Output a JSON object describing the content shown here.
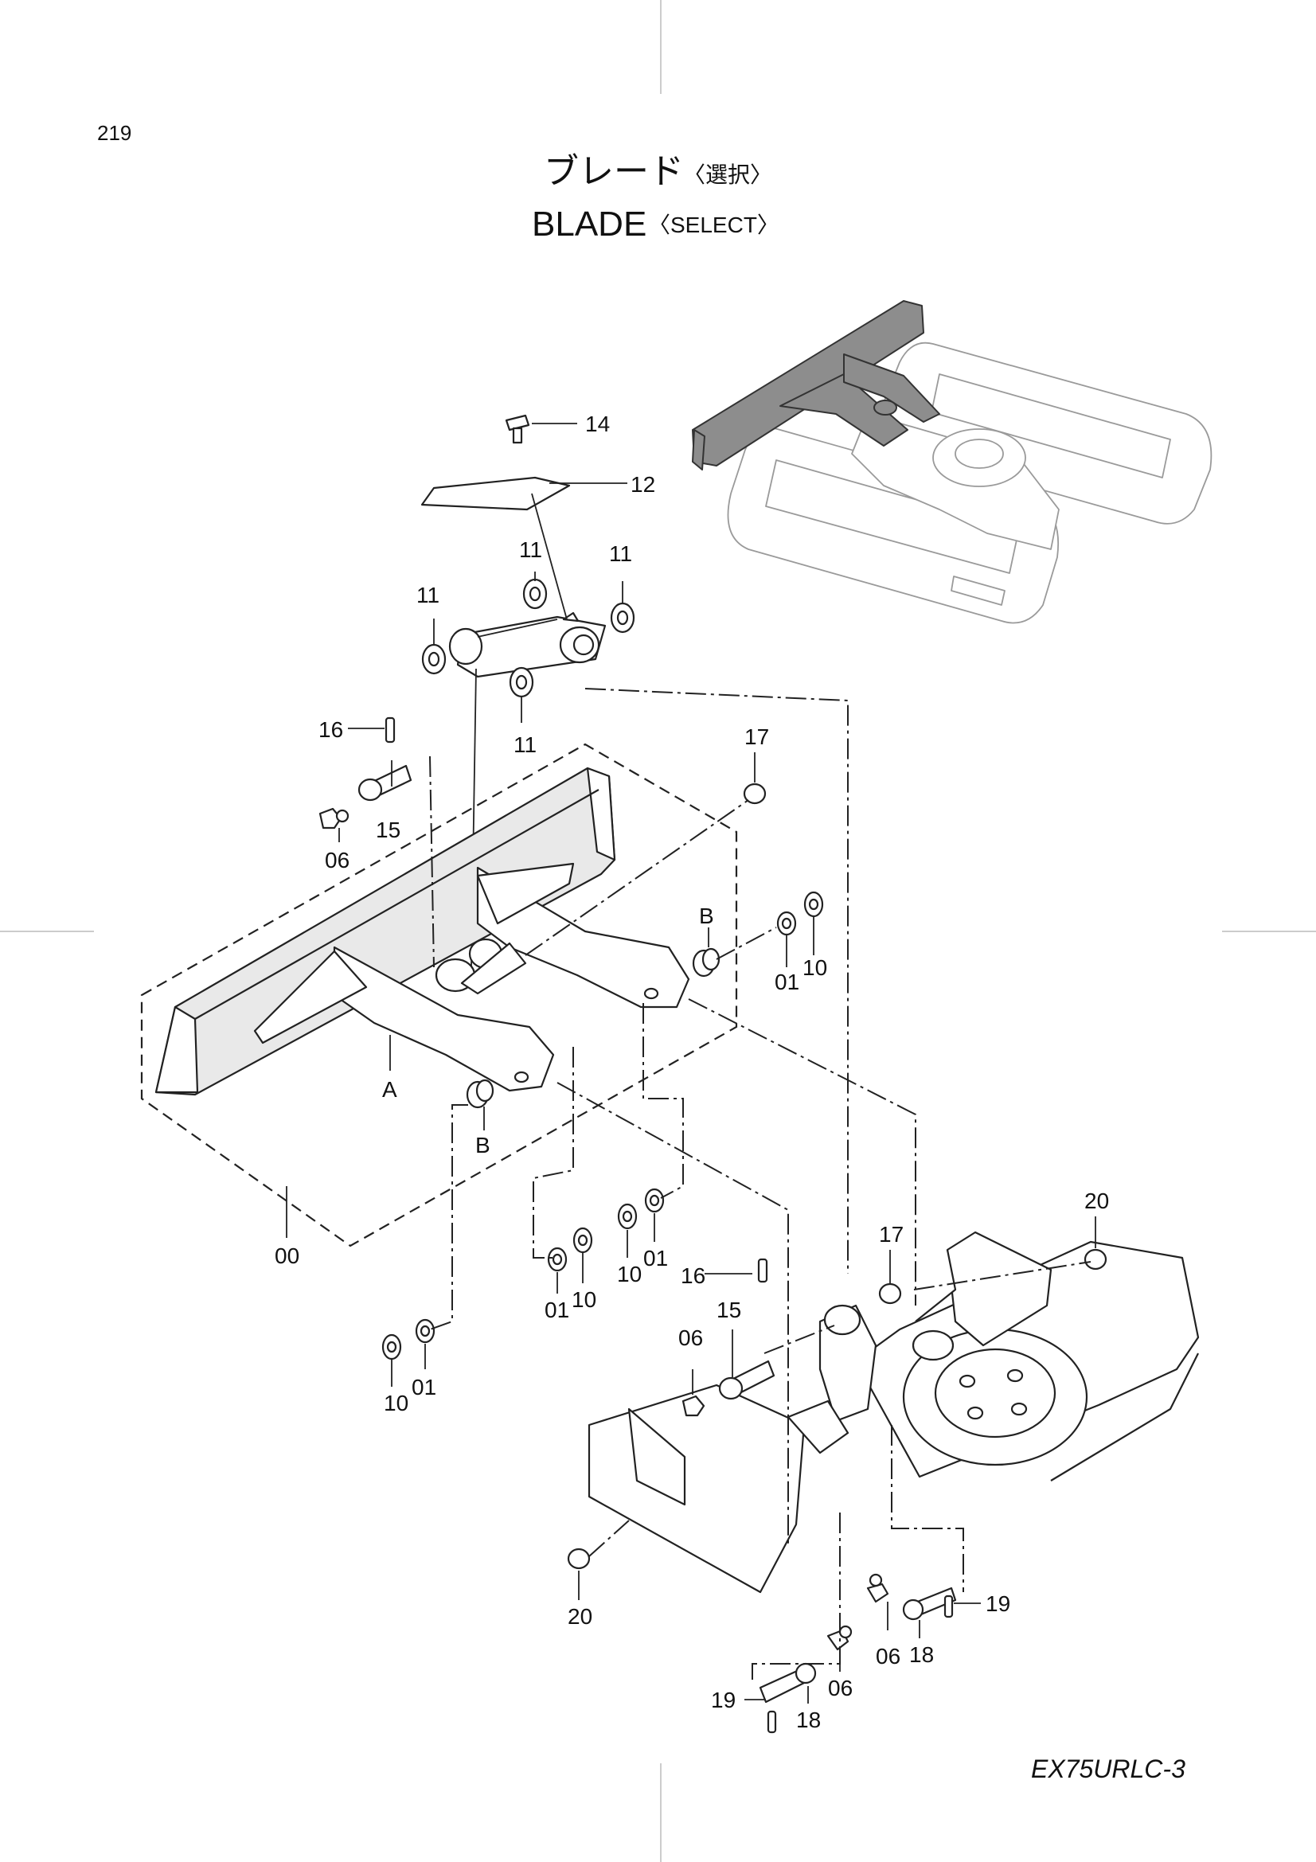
{
  "page_number": "219",
  "title_jp": "ブレード",
  "title_jp_select": "〈選択〉",
  "title_en": "BLADE",
  "title_en_select": "〈SELECT〉",
  "model": "EX75URLC-3",
  "callouts": {
    "c14": "14",
    "c12": "12",
    "c11a": "11",
    "c11b": "11",
    "c11c": "11",
    "c11d": "11",
    "c16a": "16",
    "c15a": "15",
    "c06a": "06",
    "c17a": "17",
    "cBa": "B",
    "c01a": "01",
    "c10a": "10",
    "cA": "A",
    "cBb": "B",
    "c00": "00",
    "c01b": "01",
    "c10b": "10",
    "c10c": "10",
    "c01c": "01",
    "c10d": "10",
    "c01d": "01",
    "c16b": "16",
    "c15b": "15",
    "c06b": "06",
    "c17b": "17",
    "c20a": "20",
    "c20b": "20",
    "c19a": "19",
    "c18a": "18",
    "c06c": "06",
    "c19b": "19",
    "c18b": "18",
    "c06d": "06"
  }
}
